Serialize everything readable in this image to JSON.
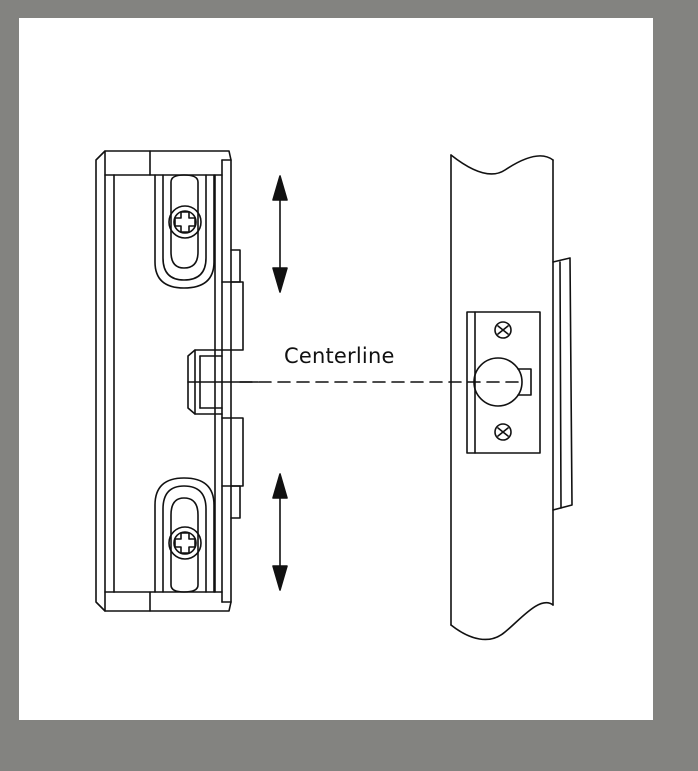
{
  "diagram": {
    "centerline_label": "Centerline",
    "colors": {
      "border": "#838380",
      "background": "#ffffff",
      "line": "#111111"
    },
    "parts": {
      "strike": "electric-strike-side-view",
      "door": "door-edge-with-latch",
      "adjust_arrows": "double-headed-arrow-icon"
    }
  }
}
